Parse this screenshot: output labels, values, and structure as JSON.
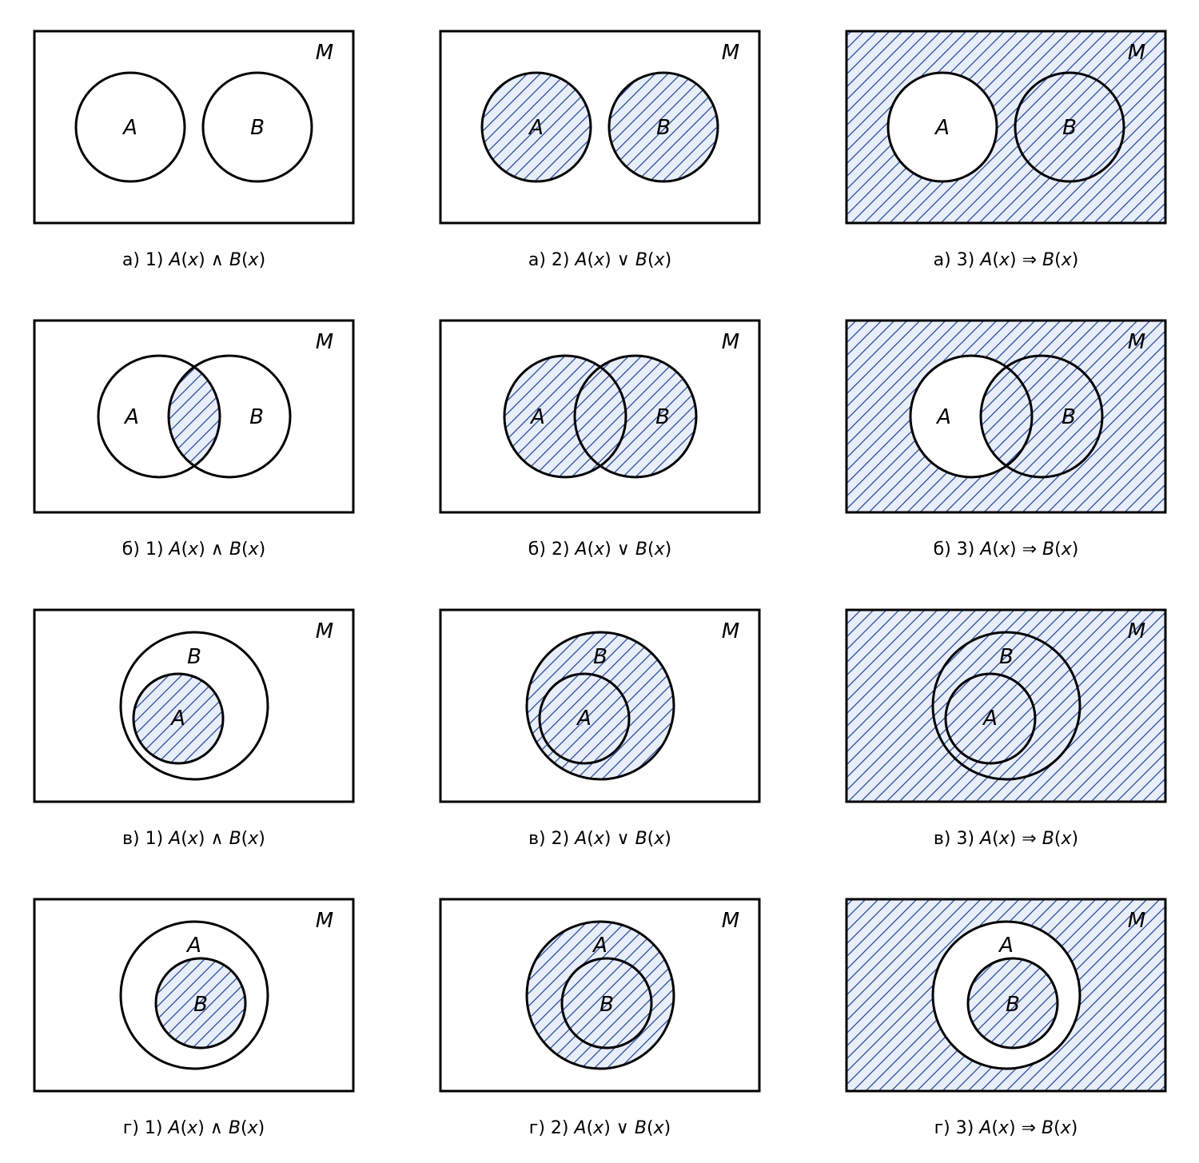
{
  "colors": {
    "outline": "#000000",
    "hatch_line": "#2b4a9a",
    "hatch_fill": "#e8eefa",
    "background": "#ffffff"
  },
  "universe_label": "M",
  "columns": [
    {
      "num": "1)",
      "operator": "∧",
      "operation": "conjunction"
    },
    {
      "num": "2)",
      "operator": "∨",
      "operation": "disjunction"
    },
    {
      "num": "3)",
      "operator": "⇒",
      "operation": "implication"
    }
  ],
  "formula": {
    "A": "A",
    "B": "B",
    "var": "x"
  },
  "rows": [
    {
      "letter": "а)",
      "relation": "disjoint",
      "labels": {
        "A": "A",
        "B": "B"
      }
    },
    {
      "letter": "б)",
      "relation": "overlapping",
      "labels": {
        "A": "A",
        "B": "B"
      }
    },
    {
      "letter": "в)",
      "relation": "A-inside-B",
      "labels": {
        "A": "A",
        "B": "B"
      }
    },
    {
      "letter": "г)",
      "relation": "B-inside-A",
      "labels": {
        "A": "A",
        "B": "B"
      }
    }
  ]
}
